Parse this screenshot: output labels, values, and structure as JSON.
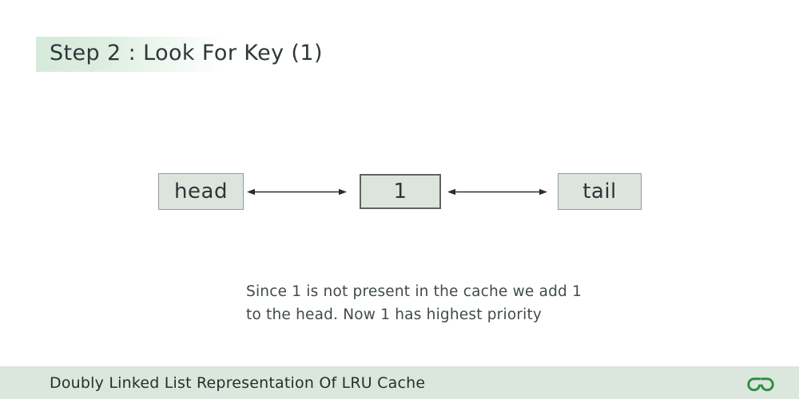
{
  "title": {
    "highlight": "Step 2 :",
    "rest": "Look For Key (1)"
  },
  "diagram": {
    "type": "doubly-linked-list",
    "nodes": [
      {
        "label": "head"
      },
      {
        "label": "1"
      },
      {
        "label": "tail"
      }
    ],
    "connections": [
      {
        "from": "head",
        "to": "1",
        "direction": "bidirectional"
      },
      {
        "from": "1",
        "to": "tail",
        "direction": "bidirectional"
      }
    ]
  },
  "explanation": {
    "line1": "Since 1 is not present in the cache we add 1",
    "line2": "to the head. Now 1 has highest priority"
  },
  "footer": {
    "title": "Doubly Linked List Representation Of LRU Cache",
    "logo": "geeksforgeeks-logo"
  },
  "colors": {
    "highlight_green": "#d6e9da",
    "node_fill": "#dce5dd",
    "node_border": "#959d97",
    "node_border_key": "#5e6462",
    "footer_bg": "#dbe7dc",
    "logo_green": "#2f8d46",
    "text_dark": "#2e373a",
    "text_body": "#424a4e",
    "arrow": "#2b2b2b"
  }
}
